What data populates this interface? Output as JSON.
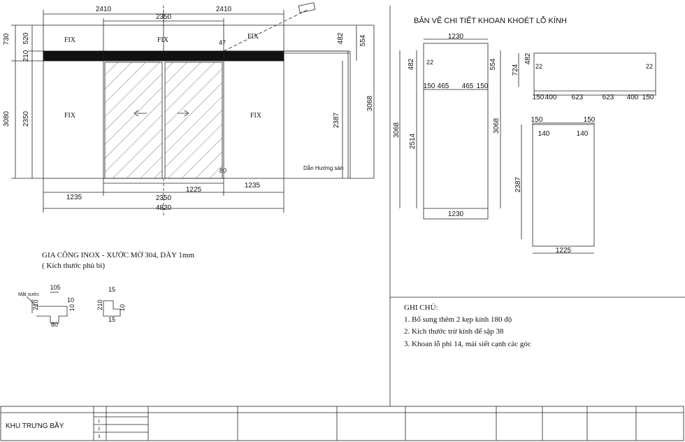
{
  "colors": {
    "line": "#222222",
    "ink": "#111111",
    "band": "#111111",
    "paper": "#ffffff"
  },
  "elevation": {
    "top_dims": [
      "2410",
      "2350",
      "2410"
    ],
    "panel_labels": {
      "fix_tl": "FIX",
      "fix_tc": "FIX",
      "fix_tr": "FIX",
      "fix_bl": "FIX",
      "fix_br": "FIX"
    },
    "left_dims": [
      "730",
      "520",
      "210",
      "3080",
      "2350"
    ],
    "right_dims": [
      "482",
      "554",
      "2387",
      "3068"
    ],
    "small_marks": [
      "47",
      "80"
    ],
    "note": "Dẫn Hướng sàn",
    "bottom_dims": [
      "1235",
      "1225",
      "1235",
      "2350",
      "4820"
    ]
  },
  "detail": {
    "title": "BẢN VẼ CHI TIẾT KHOAN KHOÉT LỖ KÍNH",
    "panel_a": {
      "dims": [
        "1230",
        "482",
        "22",
        "554",
        "150",
        "465",
        "465",
        "150",
        "3068",
        "2514",
        "3068",
        "1230"
      ]
    },
    "panel_b": {
      "dims": [
        "724",
        "482",
        "22",
        "22",
        "150",
        "400",
        "623",
        "623",
        "400",
        "150"
      ]
    },
    "panel_c": {
      "dims": [
        "150",
        "150",
        "140",
        "140",
        "2387",
        "1225"
      ]
    }
  },
  "inox": {
    "title": "GIA CÔNG INOX - XƯỚC MỜ 304, DÀY 1mm",
    "subtitle": "( Kích thước phủ bì)",
    "fig1": {
      "label": "Mặt xước",
      "dims": [
        "105",
        "210",
        "10",
        "10",
        "80"
      ]
    },
    "fig2": {
      "dims": [
        "15",
        "210",
        "10",
        "15"
      ]
    }
  },
  "notes": {
    "heading": "GHI CHÚ:",
    "items": [
      "1. Bổ sung thêm 2 kẹp kính 180 độ",
      "2. Kích thước trừ kính để sập 38",
      "3. Khoan lỗ phi 14, mài siết cạnh các góc"
    ]
  },
  "title_block": {
    "project": "KHU TRƯNG BẦY",
    "rows": [
      "1",
      "2",
      "3"
    ]
  }
}
